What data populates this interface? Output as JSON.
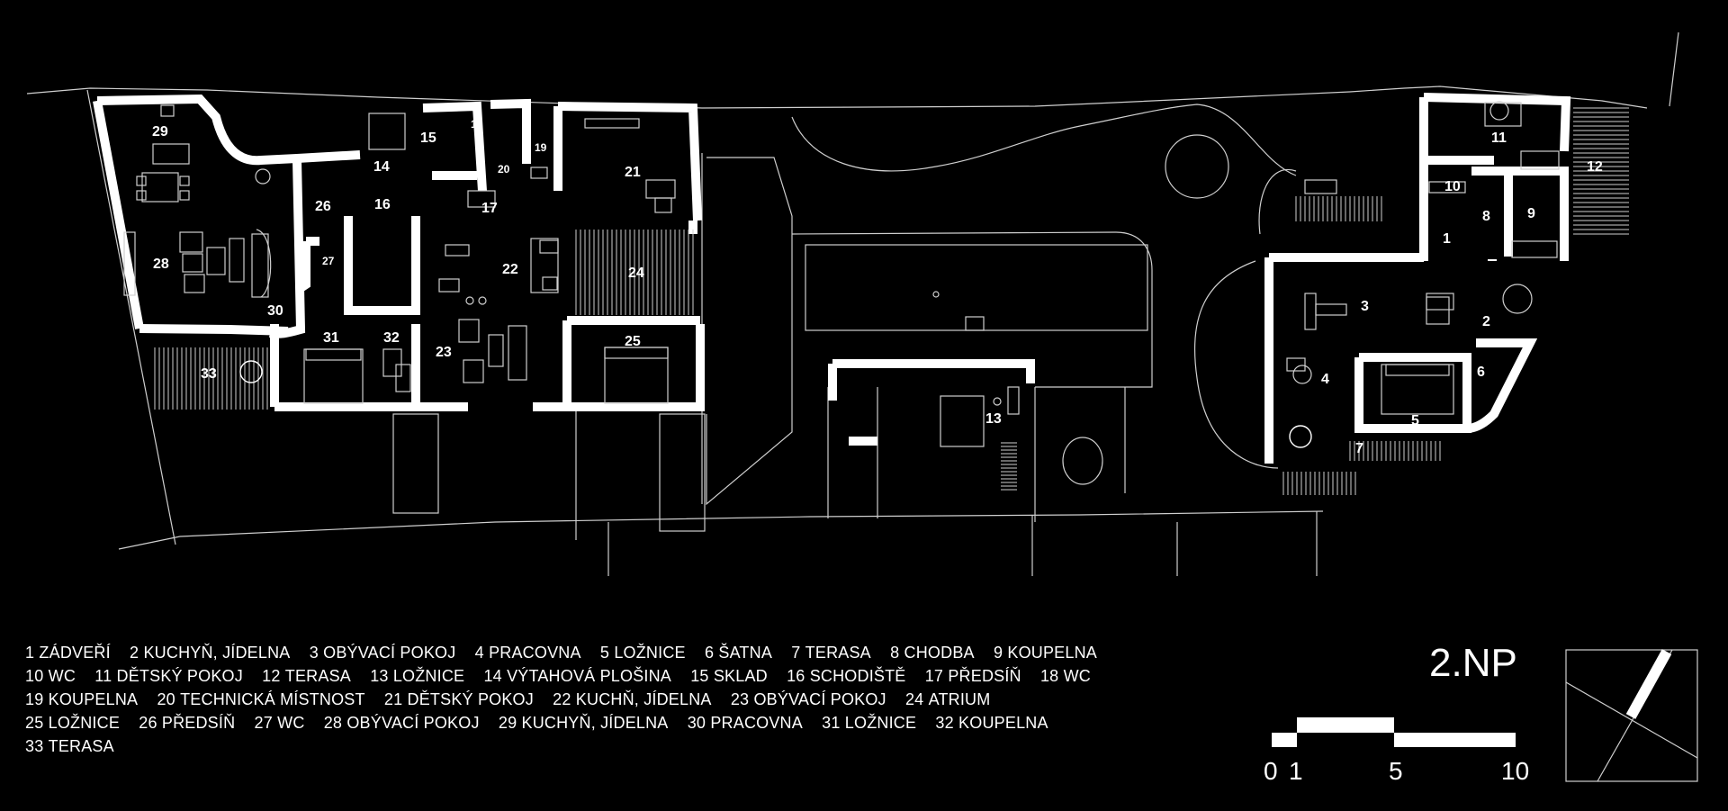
{
  "floor_label": "2.NP",
  "rooms": [
    {
      "num": "1",
      "name": "ZÁDVEŘÍ"
    },
    {
      "num": "2",
      "name": "KUCHYŇ, JÍDELNA"
    },
    {
      "num": "3",
      "name": "OBÝVACÍ POKOJ"
    },
    {
      "num": "4",
      "name": "PRACOVNA"
    },
    {
      "num": "5",
      "name": "LOŽNICE"
    },
    {
      "num": "6",
      "name": "ŠATNA"
    },
    {
      "num": "7",
      "name": "TERASA"
    },
    {
      "num": "8",
      "name": "CHODBA"
    },
    {
      "num": "9",
      "name": "KOUPELNA"
    },
    {
      "num": "10",
      "name": "WC"
    },
    {
      "num": "11",
      "name": "DĚTSKÝ POKOJ"
    },
    {
      "num": "12",
      "name": "TERASA"
    },
    {
      "num": "13",
      "name": "LOŽNICE"
    },
    {
      "num": "14",
      "name": "VÝTAHOVÁ PLOŠINA"
    },
    {
      "num": "15",
      "name": "SKLAD"
    },
    {
      "num": "16",
      "name": "SCHODIŠTĚ"
    },
    {
      "num": "17",
      "name": "PŘEDSÍŇ"
    },
    {
      "num": "18",
      "name": "WC"
    },
    {
      "num": "19",
      "name": "KOUPELNA"
    },
    {
      "num": "20",
      "name": "TECHNICKÁ MÍSTNOST"
    },
    {
      "num": "21",
      "name": "DĚTSKÝ POKOJ"
    },
    {
      "num": "22",
      "name": "KUCHŇ, JÍDELNA"
    },
    {
      "num": "23",
      "name": "OBÝVACÍ POKOJ"
    },
    {
      "num": "24",
      "name": "ATRIUM"
    },
    {
      "num": "25",
      "name": "LOŽNICE"
    },
    {
      "num": "26",
      "name": "PŘEDSÍŇ"
    },
    {
      "num": "27",
      "name": "WC"
    },
    {
      "num": "28",
      "name": "OBÝVACÍ POKOJ"
    },
    {
      "num": "29",
      "name": "KUCHYŇ, JÍDELNA"
    },
    {
      "num": "30",
      "name": "PRACOVNA"
    },
    {
      "num": "31",
      "name": "LOŽNICE"
    },
    {
      "num": "32",
      "name": "KOUPELNA"
    },
    {
      "num": "33",
      "name": "TERASA"
    }
  ],
  "scale_bar": {
    "labels": [
      "0",
      "1",
      "5",
      "10"
    ]
  },
  "colors": {
    "background": "#000000",
    "walls": "#ffffff",
    "lines": "#cfcfcf"
  }
}
